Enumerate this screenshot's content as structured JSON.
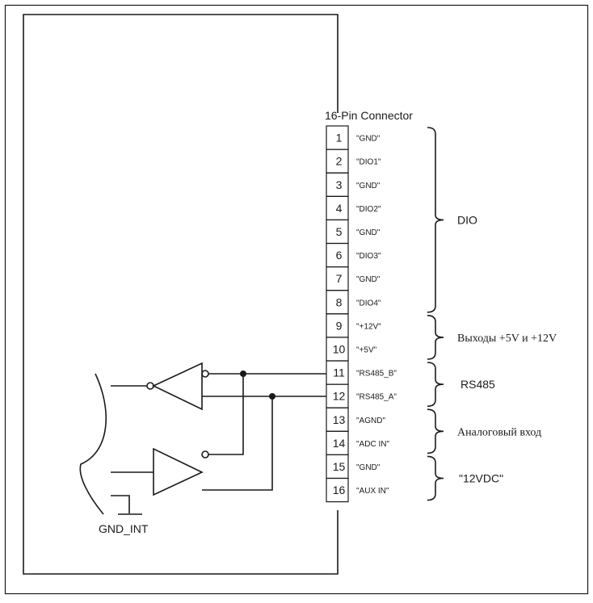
{
  "connector": {
    "title": "16-Pin Connector",
    "pins": [
      {
        "num": "1",
        "signal": "\"GND\""
      },
      {
        "num": "2",
        "signal": "\"DIO1\""
      },
      {
        "num": "3",
        "signal": "\"GND\""
      },
      {
        "num": "4",
        "signal": "\"DIO2\""
      },
      {
        "num": "5",
        "signal": "\"GND\""
      },
      {
        "num": "6",
        "signal": "\"DIO3\""
      },
      {
        "num": "7",
        "signal": "\"GND\""
      },
      {
        "num": "8",
        "signal": "\"DIO4\""
      },
      {
        "num": "9",
        "signal": "\"+12V\""
      },
      {
        "num": "10",
        "signal": "\"+5V\""
      },
      {
        "num": "11",
        "signal": "\"RS485_B\""
      },
      {
        "num": "12",
        "signal": "\"RS485_A\""
      },
      {
        "num": "13",
        "signal": "\"AGND\""
      },
      {
        "num": "14",
        "signal": "\"ADC IN\""
      },
      {
        "num": "15",
        "signal": "\"GND\""
      },
      {
        "num": "16",
        "signal": "\"AUX IN\""
      }
    ]
  },
  "groups": [
    {
      "label": "DIO",
      "from_pin": 1,
      "to_pin": 8
    },
    {
      "label": "Выходы +5V и +12V",
      "from_pin": 9,
      "to_pin": 10
    },
    {
      "label": "RS485",
      "from_pin": 11,
      "to_pin": 12
    },
    {
      "label": "Аналоговый вход",
      "from_pin": 13,
      "to_pin": 14
    },
    {
      "label": "\"12VDC\"",
      "from_pin": 15,
      "to_pin": 16
    }
  ],
  "ground_label": "GND_INT"
}
